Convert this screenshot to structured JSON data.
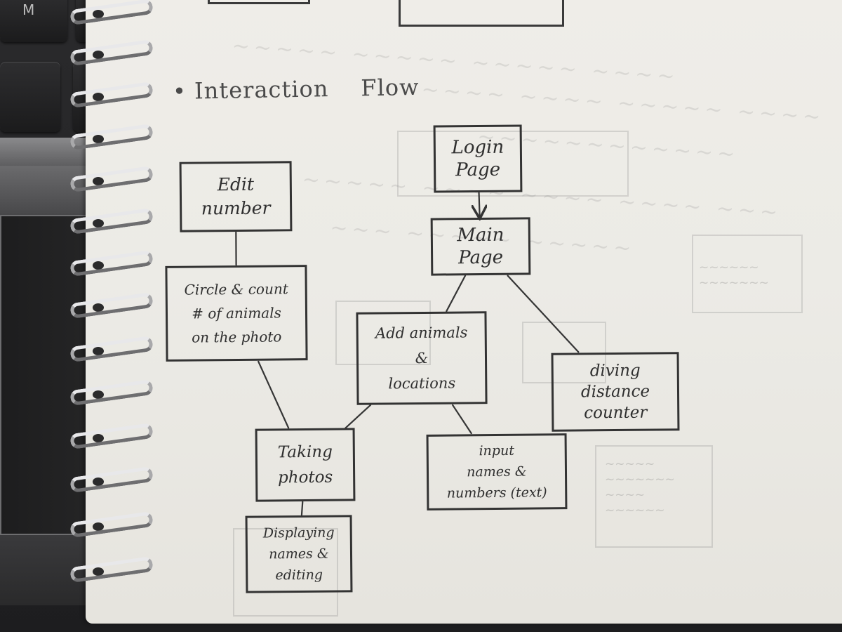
{
  "keyboard": {
    "key_label": "M"
  },
  "notebook": {
    "heading_bullet": "•",
    "heading": [
      "Interaction",
      "Flow"
    ]
  },
  "diagram": {
    "nodes": [
      {
        "id": "login",
        "label": "Login\nPage"
      },
      {
        "id": "main",
        "label": "Main\nPage"
      },
      {
        "id": "edit",
        "label": "Edit\nnumber"
      },
      {
        "id": "circle",
        "label": "Circle & count\n# of animals\non the photo"
      },
      {
        "id": "add",
        "label": "Add animals\n&\nlocations"
      },
      {
        "id": "diving",
        "label": "diving\ndistance\ncounter"
      },
      {
        "id": "taking",
        "label": "Taking\nphotos"
      },
      {
        "id": "input",
        "label": "input\nnames &\nnumbers (text)"
      },
      {
        "id": "displaying",
        "label": "Displaying\nnames &\nediting"
      }
    ],
    "edges": [
      {
        "from": "login",
        "to": "main",
        "arrow": true
      },
      {
        "from": "main",
        "to": "add",
        "arrow": false
      },
      {
        "from": "main",
        "to": "diving",
        "arrow": false
      },
      {
        "from": "edit",
        "to": "circle",
        "arrow": false
      },
      {
        "from": "circle",
        "to": "taking",
        "arrow": false
      },
      {
        "from": "add",
        "to": "taking",
        "arrow": false
      },
      {
        "from": "add",
        "to": "input",
        "arrow": false
      },
      {
        "from": "taking",
        "to": "displaying",
        "arrow": false
      }
    ]
  }
}
